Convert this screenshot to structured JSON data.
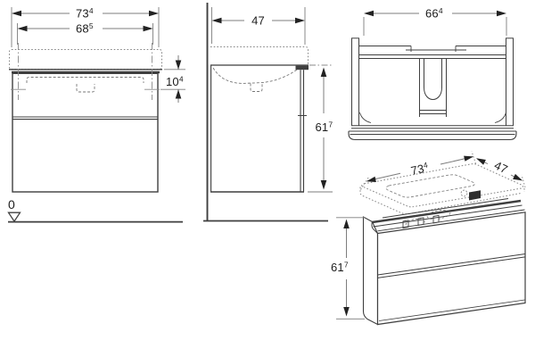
{
  "colors": {
    "background": "#ffffff",
    "drawing_line": "#3f3f3f",
    "dimension_line": "#7d7d7d",
    "dashed_detail": "#858585",
    "text": "#1c1c1c"
  },
  "views": {
    "front": {
      "dims": {
        "overall_width": {
          "value": "73",
          "sup": "4"
        },
        "mounting_width": {
          "value": "68",
          "sup": "5"
        },
        "basin_height": {
          "value": "10",
          "sup": "4"
        }
      },
      "datum_zero": "0"
    },
    "side": {
      "dims": {
        "depth": {
          "value": "47",
          "sup": ""
        },
        "height": {
          "value": "61",
          "sup": "7"
        }
      }
    },
    "top": {
      "dims": {
        "inner_width": {
          "value": "66",
          "sup": "4"
        }
      }
    },
    "perspective": {
      "dims": {
        "width": {
          "value": "73",
          "sup": "4"
        },
        "depth": {
          "value": "47",
          "sup": ""
        },
        "height": {
          "value": "61",
          "sup": "7"
        }
      }
    }
  }
}
